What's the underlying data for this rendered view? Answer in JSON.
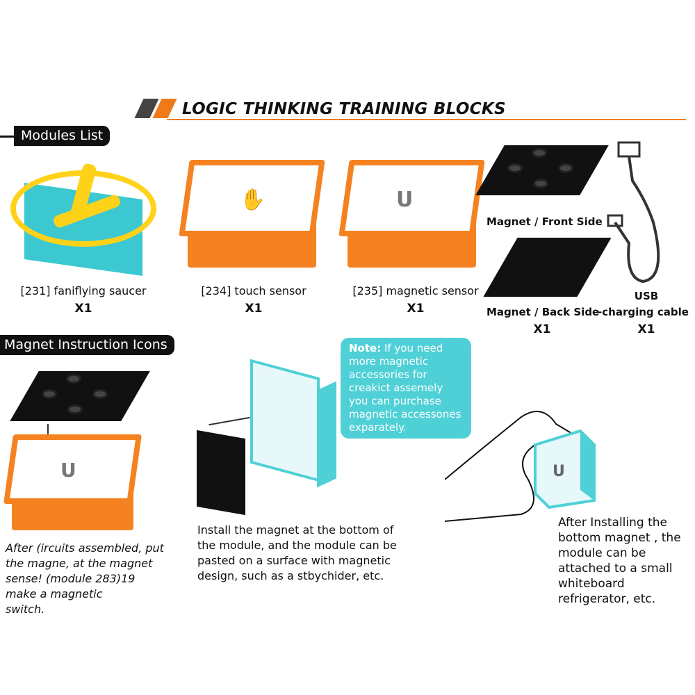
{
  "header": {
    "title": "LOGIC THINKING TRAINING BLOCKS",
    "accent": "#f07a1a"
  },
  "modules_list": {
    "heading": "Modules List",
    "items": [
      {
        "label": "[231]  faniflying saucer",
        "qty": "X1"
      },
      {
        "label": "[234] touch sensor",
        "qty": "X1"
      },
      {
        "label": "[235] magnetic sensor",
        "qty": "X1"
      },
      {
        "label": "Magnet / Front Side"
      },
      {
        "label": "Magnet / Back Side",
        "qty": "X1"
      },
      {
        "label_line1": "USB",
        "label_line2": "-charging cable",
        "qty": "X1"
      }
    ]
  },
  "instructions": {
    "heading": "Magnet Instruction Icons",
    "left_text": [
      "After (ircuits assembled, put",
      "the magne, at the magnet",
      "sense! (module 283)19",
      "make a magnetic",
      "switch."
    ],
    "middle_text": [
      "Install the magnet at the bottom of",
      "the module, and the module can be",
      "pasted on a surface with magnetic",
      "design, such as a stbychider, etc."
    ],
    "right_text": [
      "After Installing the",
      "bottom magnet , the",
      "module can be",
      "attached to a small",
      "whiteboard",
      "refrigerator,  etc."
    ],
    "note": {
      "prefix": "Note:",
      "text": " If you need more magnetic accessories for creakict assemely you can purchase magnetic accessones exparately."
    }
  }
}
